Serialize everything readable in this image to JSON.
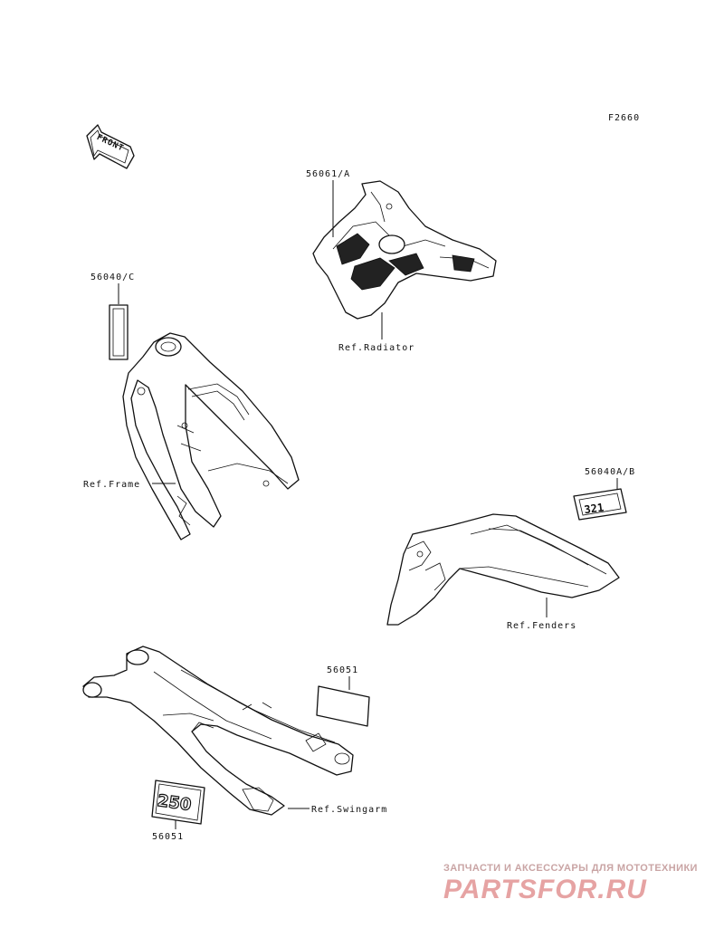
{
  "diagram_code": "F2660",
  "front_arrow_text": "FRONT",
  "labels": {
    "p56061a": "56061/A",
    "ref_radiator": "Ref.Radiator",
    "p56040c": "56040/C",
    "ref_frame": "Ref.Frame",
    "p56040ab": "56040A/B",
    "ref_fenders": "Ref.Fenders",
    "p56051_top": "56051",
    "ref_swingarm": "Ref.Swingarm",
    "p56051_bottom": "56051"
  },
  "decal_text": {
    "fender_decal": "321",
    "swingarm_decal": "250"
  },
  "watermark": {
    "tagline": "ЗАПЧАСТИ И АКСЕССУАРЫ ДЛЯ МОТОТЕХНИКИ",
    "logo": "PARTSFOR.RU"
  },
  "colors": {
    "line": "#111111",
    "watermark": "#e6a3a3"
  }
}
